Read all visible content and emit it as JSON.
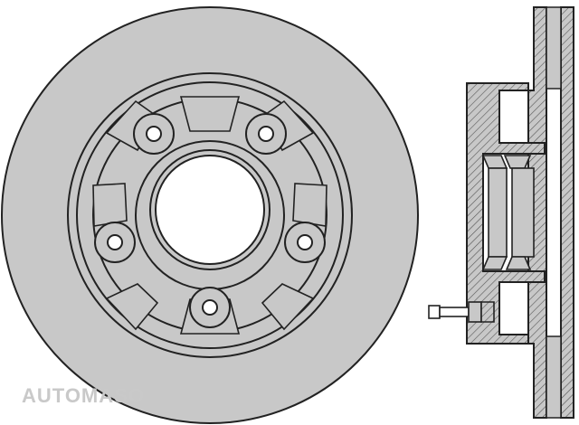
{
  "watermark": {
    "text": "AUTOMASO"
  },
  "colors": {
    "rotor_fill": "#c8c8c8",
    "line": "#222222",
    "hatch": "#555555",
    "bg": "#ffffff"
  },
  "icons": [
    "brake-rotor-front-view",
    "brake-rotor-cross-section",
    "wheel-stud"
  ]
}
